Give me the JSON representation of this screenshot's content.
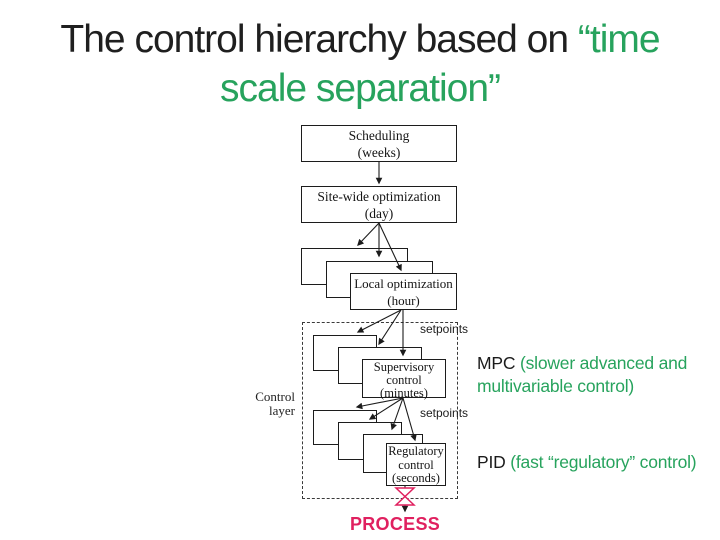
{
  "title": {
    "black": "The control hierarchy based on ",
    "green_line1": "“time",
    "green_line2": "scale separation”"
  },
  "colors": {
    "accent_green": "#27a35d",
    "process_red": "#e0205f",
    "diagram_ink": "#1c1c1c"
  },
  "diagram": {
    "boxes": {
      "scheduling": {
        "line1": "Scheduling",
        "line2": "(weeks)"
      },
      "sitewide": {
        "line1": "Site-wide optimization",
        "line2": "(day)"
      },
      "local": {
        "line1": "Local optimization",
        "line2": "(hour)"
      },
      "supervisory": {
        "line1": "Supervisory",
        "line2": "control",
        "line3": "(minutes)"
      },
      "regulatory": {
        "line1": "Regulatory",
        "line2": "control",
        "line3": "(seconds)"
      }
    },
    "labels": {
      "setpoints_top": "setpoints",
      "setpoints_bottom": "setpoints",
      "control_layer_line1": "Control",
      "control_layer_line2": "layer",
      "process": "PROCESS"
    }
  },
  "annotations": {
    "mpc_label": "MPC",
    "mpc_desc_line1": "(slower advanced and",
    "mpc_desc_line2": "multivariable control)",
    "pid_label": "PID",
    "pid_desc": "(fast “regulatory” control)"
  }
}
